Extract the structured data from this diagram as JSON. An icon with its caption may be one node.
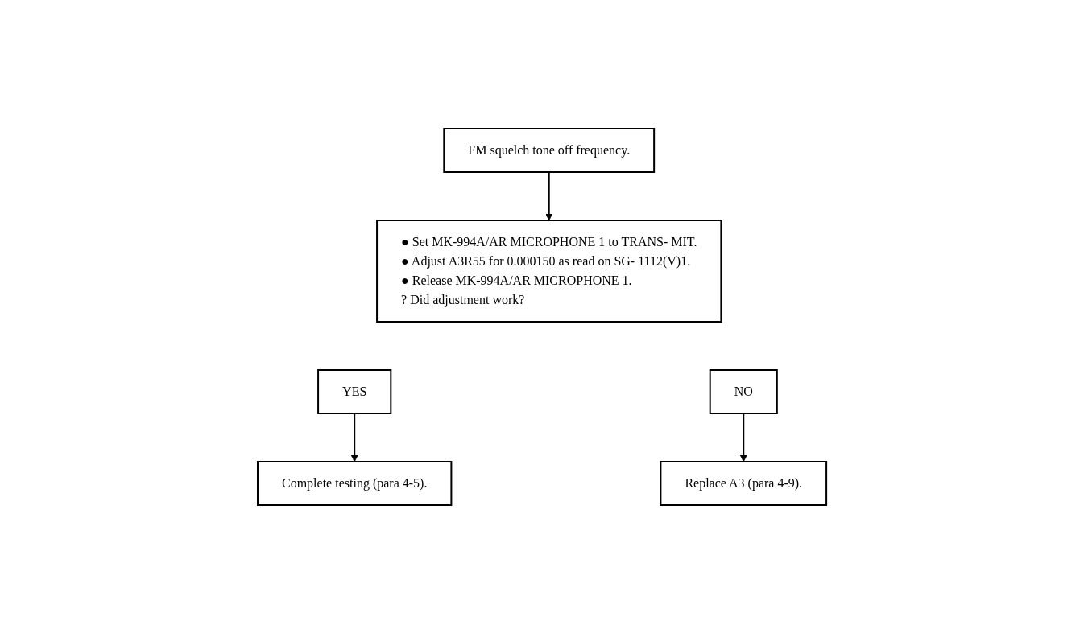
{
  "diagram": {
    "nodes": [
      {
        "text": [
          "FM squelch tone off frequency."
        ]
      },
      {
        "text": [
          "● Set MK-994A/AR MICROPHONE 1 to TRANS- MIT.",
          "● Adjust A3R55 for 0.000150 as read on SG- 1112(V)1.",
          "● Release MK-994A/AR MICROPHONE 1.",
          "? Did adjustment work?"
        ]
      },
      {
        "text": [
          "YES"
        ]
      },
      {
        "text": [
          "NO"
        ]
      },
      {
        "text": [
          "Complete testing (para 4-5)."
        ]
      },
      {
        "text": [
          "Replace A3 (para 4-9)."
        ]
      }
    ],
    "edges": [
      {
        "from": 0,
        "to": 1,
        "arrow": "to"
      },
      {
        "from": 2,
        "to": 4,
        "arrow": "to"
      },
      {
        "from": 3,
        "to": 5,
        "arrow": "to"
      }
    ]
  }
}
